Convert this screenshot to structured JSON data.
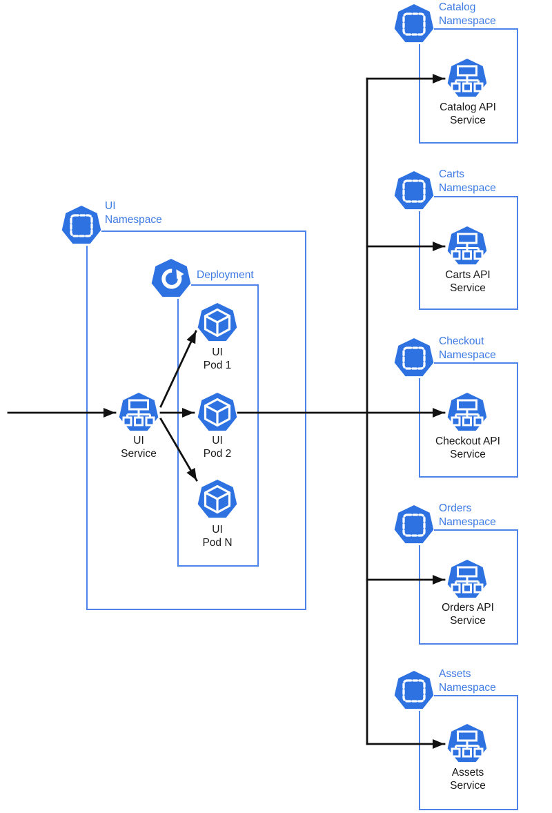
{
  "title": "Kubernetes UI and API services architecture diagram",
  "colors": {
    "background": "#FFFFFF",
    "icon_blue": "#2E72E2",
    "icon_glyph_white": "#FFFFFF",
    "box_border_blue": "#4C82EA",
    "namespace_label_blue": "#3D7AE4",
    "arrow_black": "#111111",
    "node_label_black": "#1A1A1A"
  },
  "ui_namespace": {
    "icon": "k8s-namespace-icon",
    "label_lines": [
      "UI",
      "Namespace"
    ],
    "service": {
      "icon": "k8s-service-icon",
      "label_lines": [
        "UI",
        "Service"
      ]
    },
    "deployment": {
      "icon": "k8s-deployment-icon",
      "label": "Deployment",
      "pods": [
        {
          "icon": "k8s-pod-icon",
          "label_lines": [
            "UI",
            "Pod 1"
          ]
        },
        {
          "icon": "k8s-pod-icon",
          "label_lines": [
            "UI",
            "Pod 2"
          ]
        },
        {
          "icon": "k8s-pod-icon",
          "label_lines": [
            "UI",
            "Pod N"
          ]
        }
      ]
    }
  },
  "api_namespaces": [
    {
      "icon": "k8s-namespace-icon",
      "label_lines": [
        "Catalog",
        "Namespace"
      ],
      "service": {
        "icon": "k8s-service-icon",
        "label_lines": [
          "Catalog API",
          "Service"
        ]
      }
    },
    {
      "icon": "k8s-namespace-icon",
      "label_lines": [
        "Carts",
        "Namespace"
      ],
      "service": {
        "icon": "k8s-service-icon",
        "label_lines": [
          "Carts API",
          "Service"
        ]
      }
    },
    {
      "icon": "k8s-namespace-icon",
      "label_lines": [
        "Checkout",
        "Namespace"
      ],
      "service": {
        "icon": "k8s-service-icon",
        "label_lines": [
          "Checkout API",
          "Service"
        ]
      }
    },
    {
      "icon": "k8s-namespace-icon",
      "label_lines": [
        "Orders",
        "Namespace"
      ],
      "service": {
        "icon": "k8s-service-icon",
        "label_lines": [
          "Orders API",
          "Service"
        ]
      }
    },
    {
      "icon": "k8s-namespace-icon",
      "label_lines": [
        "Assets",
        "Namespace"
      ],
      "service": {
        "icon": "k8s-service-icon",
        "label_lines": [
          "Assets",
          "Service"
        ]
      }
    }
  ]
}
